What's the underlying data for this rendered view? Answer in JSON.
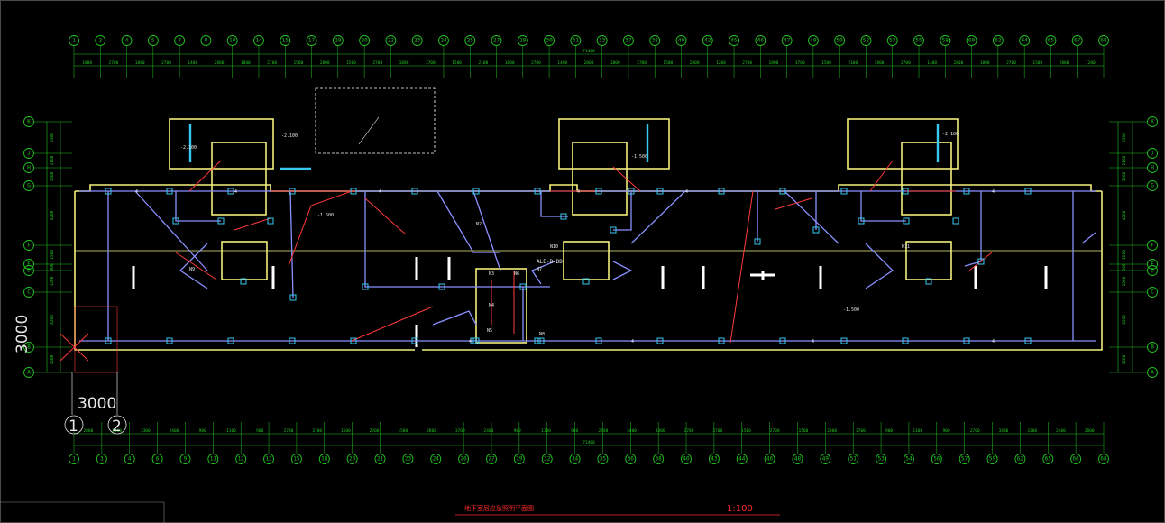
{
  "drawing": {
    "title": "地下室层应急照明平面图",
    "scale": "1:100",
    "panel_label": "ALE-B-DD",
    "marker_width": "3000",
    "marker_height": "3000",
    "marker_axis_1": "1",
    "marker_axis_2": "2"
  },
  "colors": {
    "background": "#000000",
    "grid": "#21c421",
    "wall": "#f3ef7a",
    "wiring_blue": "#8b90ff",
    "wiring_red": "#ff3a3a",
    "fixture": "#39c8f0",
    "title_red": "#ff2a2a",
    "white": "#ffffff"
  },
  "axes": {
    "top": [
      "1",
      "2",
      "4",
      "5",
      "7",
      "8",
      "10",
      "14",
      "15",
      "17",
      "19",
      "20",
      "22",
      "23",
      "24",
      "25",
      "27",
      "29",
      "30",
      "31",
      "33",
      "37",
      "38",
      "40",
      "42",
      "45",
      "46",
      "47",
      "49",
      "50",
      "52",
      "53",
      "55",
      "58",
      "60",
      "62",
      "64",
      "65",
      "67",
      "68"
    ],
    "bottom": [
      "1",
      "3",
      "4",
      "6",
      "9",
      "11",
      "12",
      "13",
      "15",
      "18",
      "20",
      "21",
      "23",
      "24",
      "26",
      "27",
      "29",
      "32",
      "34",
      "35",
      "36",
      "38",
      "40",
      "43",
      "44",
      "46",
      "48",
      "49",
      "51",
      "53",
      "54",
      "56",
      "57",
      "59",
      "62",
      "65",
      "66",
      "68"
    ],
    "left": [
      "K",
      "J",
      "H",
      "G",
      "F",
      "E",
      "D",
      "C",
      "B",
      "A"
    ],
    "right": [
      "K",
      "J",
      "H",
      "G",
      "F",
      "E",
      "D",
      "C",
      "B",
      "A"
    ]
  },
  "dimensions": {
    "top": [
      "1800",
      "2700",
      "1800",
      "2700",
      "1400",
      "2800",
      "1800",
      "2700",
      "1500",
      "2800",
      "1500",
      "2700",
      "1800",
      "3700",
      "1500",
      "2100",
      "1800",
      "2700",
      "1400",
      "2800",
      "1800",
      "2700",
      "1500",
      "2800",
      "1200",
      "2700",
      "1800",
      "3700",
      "1500",
      "2100",
      "1800",
      "2700",
      "1400",
      "2800",
      "1800",
      "2700",
      "1500",
      "2800",
      "1200"
    ],
    "top_total": "71400",
    "bottom": [
      "2800",
      "3400",
      "3300",
      "2400",
      "900",
      "1100",
      "900",
      "2700",
      "3700",
      "1500",
      "2700",
      "1500",
      "2800",
      "3700",
      "2400",
      "900",
      "1100",
      "900",
      "2700",
      "3400",
      "3300",
      "2700",
      "3700",
      "1500",
      "2700",
      "1500",
      "2800",
      "3700",
      "900",
      "1100",
      "900",
      "2700",
      "3400",
      "3300",
      "2400",
      "2800"
    ],
    "bottom_total": "71400",
    "left": [
      "3300",
      "2100",
      "1500",
      "4200",
      "1500",
      "900",
      "1200",
      "4200",
      "1500"
    ],
    "right": [
      "3300",
      "2100",
      "1500",
      "4200",
      "1500",
      "900",
      "1200",
      "4200",
      "1500"
    ]
  },
  "annotations": [
    "-2.100",
    "-1.500",
    "-1.500",
    "-1.500",
    "-2.100",
    "-2.100",
    "4",
    "4",
    "4",
    "4",
    "4",
    "4",
    "4",
    "4",
    "4",
    "4",
    "N2",
    "N3",
    "N4",
    "N5",
    "N6",
    "N7",
    "N8",
    "N9",
    "N10",
    "N11"
  ]
}
